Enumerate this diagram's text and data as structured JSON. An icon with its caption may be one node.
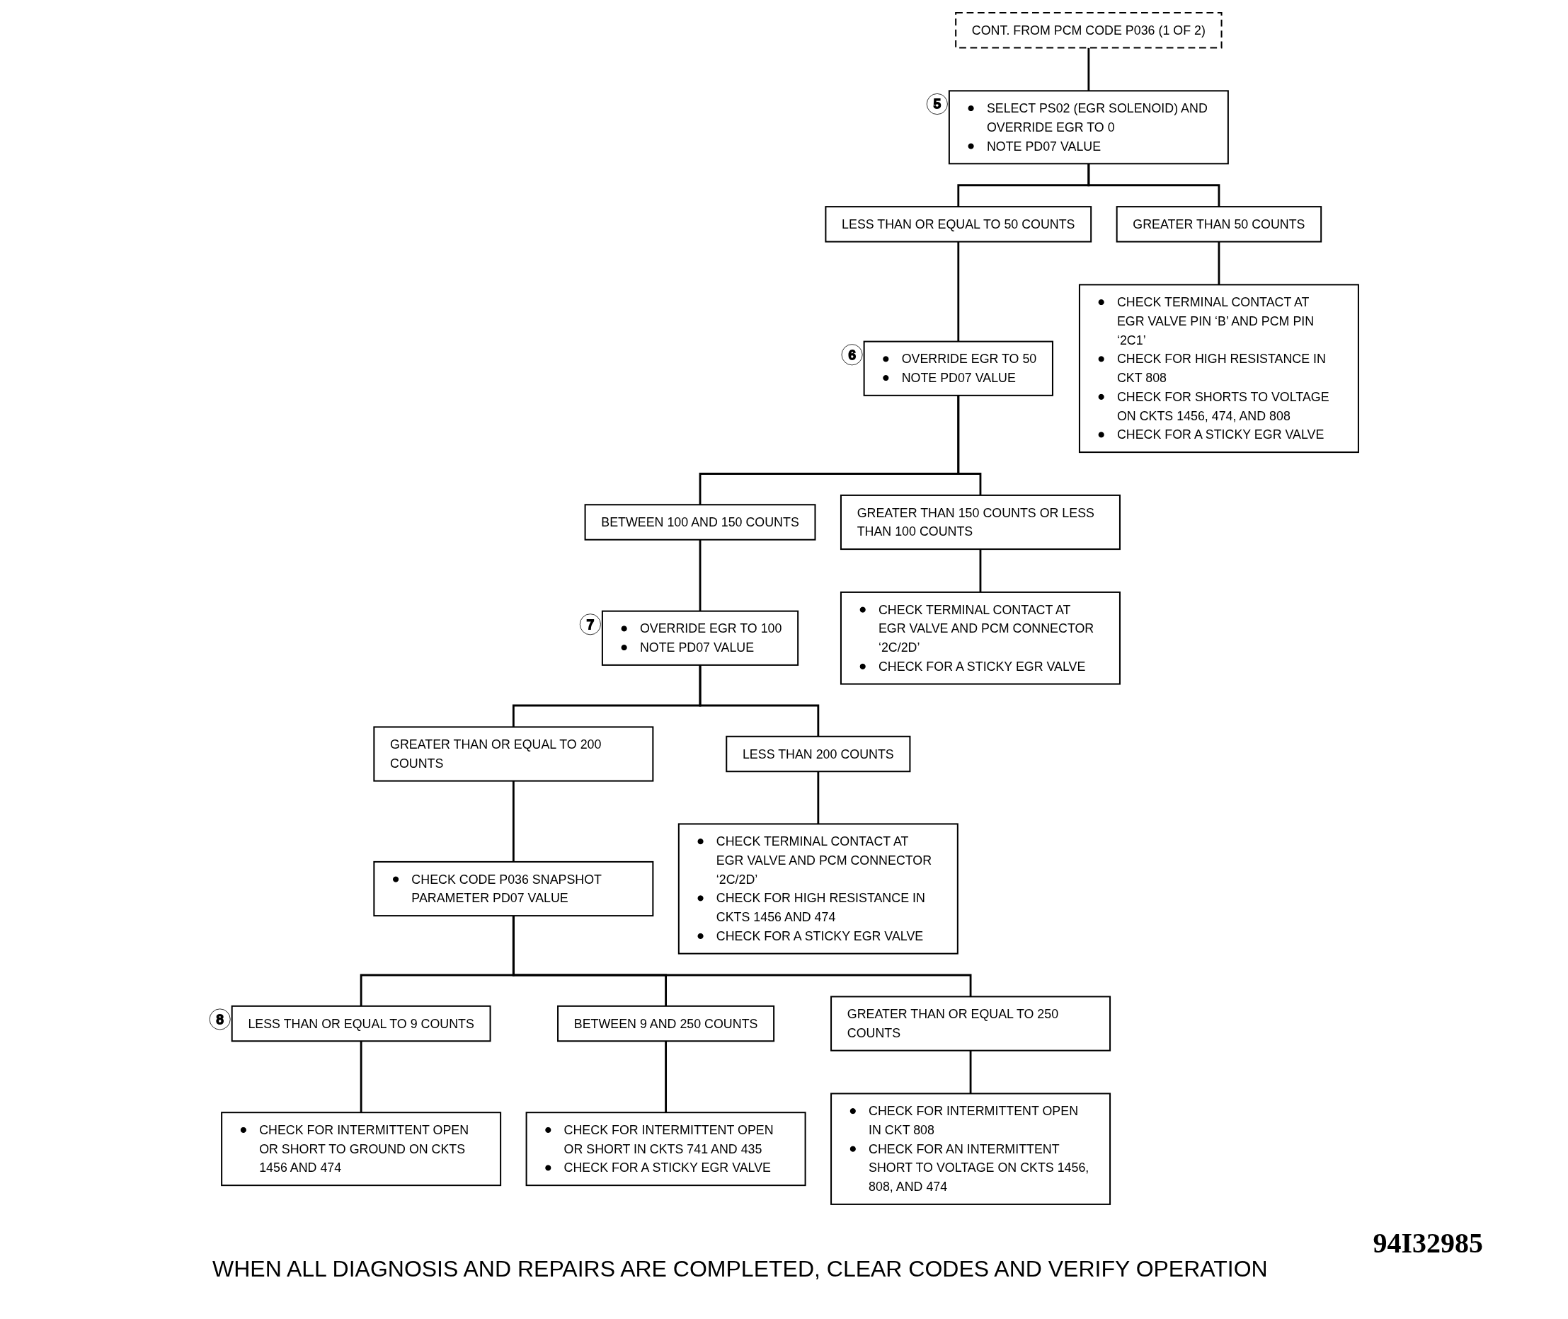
{
  "diagram": {
    "nodes": [
      {
        "text": [
          "CONT. FROM PCM CODE P036 (1 OF 2)"
        ]
      },
      {
        "text": [
          "SELECT PS02 (EGR SOLENOID) AND OVERRIDE EGR TO 0",
          "NOTE PD07 VALUE"
        ],
        "beside": [
          "5"
        ]
      },
      {
        "text": [
          "LESS THAN OR EQUAL TO 50 COUNTS"
        ]
      },
      {
        "text": [
          "GREATER THAN 50 COUNTS"
        ]
      },
      {
        "text": [
          "OVERRIDE EGR TO 50",
          "NOTE PD07 VALUE"
        ],
        "beside": [
          "6"
        ]
      },
      {
        "text": [
          "CHECK TERMINAL CONTACT AT EGR VALVE PIN ‘B’ AND PCM PIN ‘2C1’",
          "CHECK FOR HIGH RESISTANCE IN CKT 808",
          "CHECK FOR SHORTS TO VOLTAGE ON CKTS 1456, 474, AND 808",
          "CHECK FOR A STICKY EGR VALVE"
        ]
      },
      {
        "text": [
          "BETWEEN 100 AND 150 COUNTS"
        ]
      },
      {
        "text": [
          "GREATER THAN 150 COUNTS OR LESS THAN 100 COUNTS"
        ]
      },
      {
        "text": [
          "OVERRIDE EGR TO 100",
          "NOTE PD07 VALUE"
        ],
        "beside": [
          "7"
        ]
      },
      {
        "text": [
          "CHECK TERMINAL CONTACT AT EGR VALVE AND PCM CONNECTOR ‘2C/2D’",
          "CHECK FOR A STICKY EGR VALVE"
        ]
      },
      {
        "text": [
          "GREATER THAN OR EQUAL TO 200 COUNTS"
        ]
      },
      {
        "text": [
          "LESS THAN 200 COUNTS"
        ]
      },
      {
        "text": [
          "CHECK CODE P036 SNAPSHOT PARAMETER PD07 VALUE"
        ]
      },
      {
        "text": [
          "CHECK TERMINAL CONTACT AT EGR VALVE AND PCM CONNECTOR ‘2C/2D’",
          "CHECK FOR HIGH RESISTANCE IN CKTS 1456 AND 474",
          "CHECK FOR A STICKY EGR VALVE"
        ]
      },
      {
        "text": [
          "LESS THAN OR EQUAL TO 9 COUNTS"
        ],
        "beside": [
          "8"
        ]
      },
      {
        "text": [
          "BETWEEN 9 AND 250 COUNTS"
        ]
      },
      {
        "text": [
          "GREATER THAN OR EQUAL TO 250 COUNTS"
        ]
      },
      {
        "text": [
          "CHECK FOR INTERMITTENT OPEN OR SHORT TO GROUND ON CKTS 1456 AND 474"
        ]
      },
      {
        "text": [
          "CHECK FOR INTERMITTENT OPEN OR SHORT IN CKTS 741 AND 435",
          "CHECK FOR A STICKY EGR VALVE"
        ]
      },
      {
        "text": [
          "CHECK FOR INTERMITTENT OPEN IN CKT 808",
          "CHECK FOR AN INTERMITTENT SHORT TO VOLTAGE ON CKTS 1456, 808, AND 474"
        ]
      }
    ],
    "edges": [
      {
        "from": 0,
        "to": 1,
        "arrow": "none"
      },
      {
        "from": 1,
        "to": 2,
        "arrow": "none"
      },
      {
        "from": 1,
        "to": 3,
        "arrow": "none"
      },
      {
        "from": 2,
        "to": 4,
        "arrow": "none"
      },
      {
        "from": 3,
        "to": 5,
        "arrow": "none"
      },
      {
        "from": 4,
        "to": 6,
        "arrow": "none"
      },
      {
        "from": 4,
        "to": 7,
        "arrow": "none"
      },
      {
        "from": 6,
        "to": 8,
        "arrow": "none"
      },
      {
        "from": 7,
        "to": 9,
        "arrow": "none"
      },
      {
        "from": 8,
        "to": 10,
        "arrow": "none"
      },
      {
        "from": 8,
        "to": 11,
        "arrow": "none"
      },
      {
        "from": 10,
        "to": 12,
        "arrow": "none"
      },
      {
        "from": 11,
        "to": 13,
        "arrow": "none"
      },
      {
        "from": 12,
        "to": 14,
        "arrow": "none"
      },
      {
        "from": 12,
        "to": 15,
        "arrow": "none"
      },
      {
        "from": 12,
        "to": 16,
        "arrow": "none"
      },
      {
        "from": 14,
        "to": 17,
        "arrow": "none"
      },
      {
        "from": 15,
        "to": 18,
        "arrow": "none"
      },
      {
        "from": 16,
        "to": 19,
        "arrow": "none"
      }
    ],
    "labels": [
      "WHEN ALL DIAGNOSIS AND REPAIRS ARE COMPLETED, CLEAR CODES AND VERIFY OPERATION",
      "94I32985"
    ]
  }
}
